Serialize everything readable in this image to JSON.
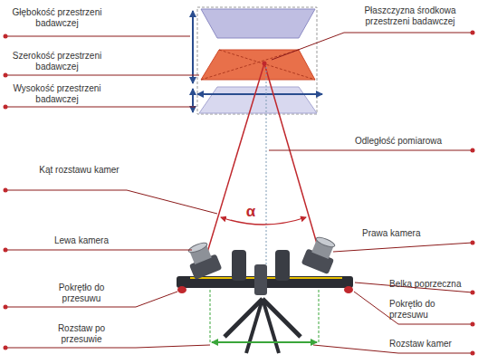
{
  "diagram": {
    "labels": [
      "Głębokość przestrzeni badawczej",
      "Płaszczyzna środkowa przestrzeni badawczej",
      "Szerokość przestrzeni badawczej",
      "Wysokość przestrzeni badawczej",
      "Odległość pomiarowa",
      "Kąt rozstawu kamer",
      "Lewa kamera",
      "Prawa kamera",
      "α",
      "Pokrętło do przesuwu",
      "Belka poprzeczna",
      "Pokrętło do przesuwu",
      "Rozstaw po przesuwie",
      "Rozstaw kamer"
    ]
  }
}
